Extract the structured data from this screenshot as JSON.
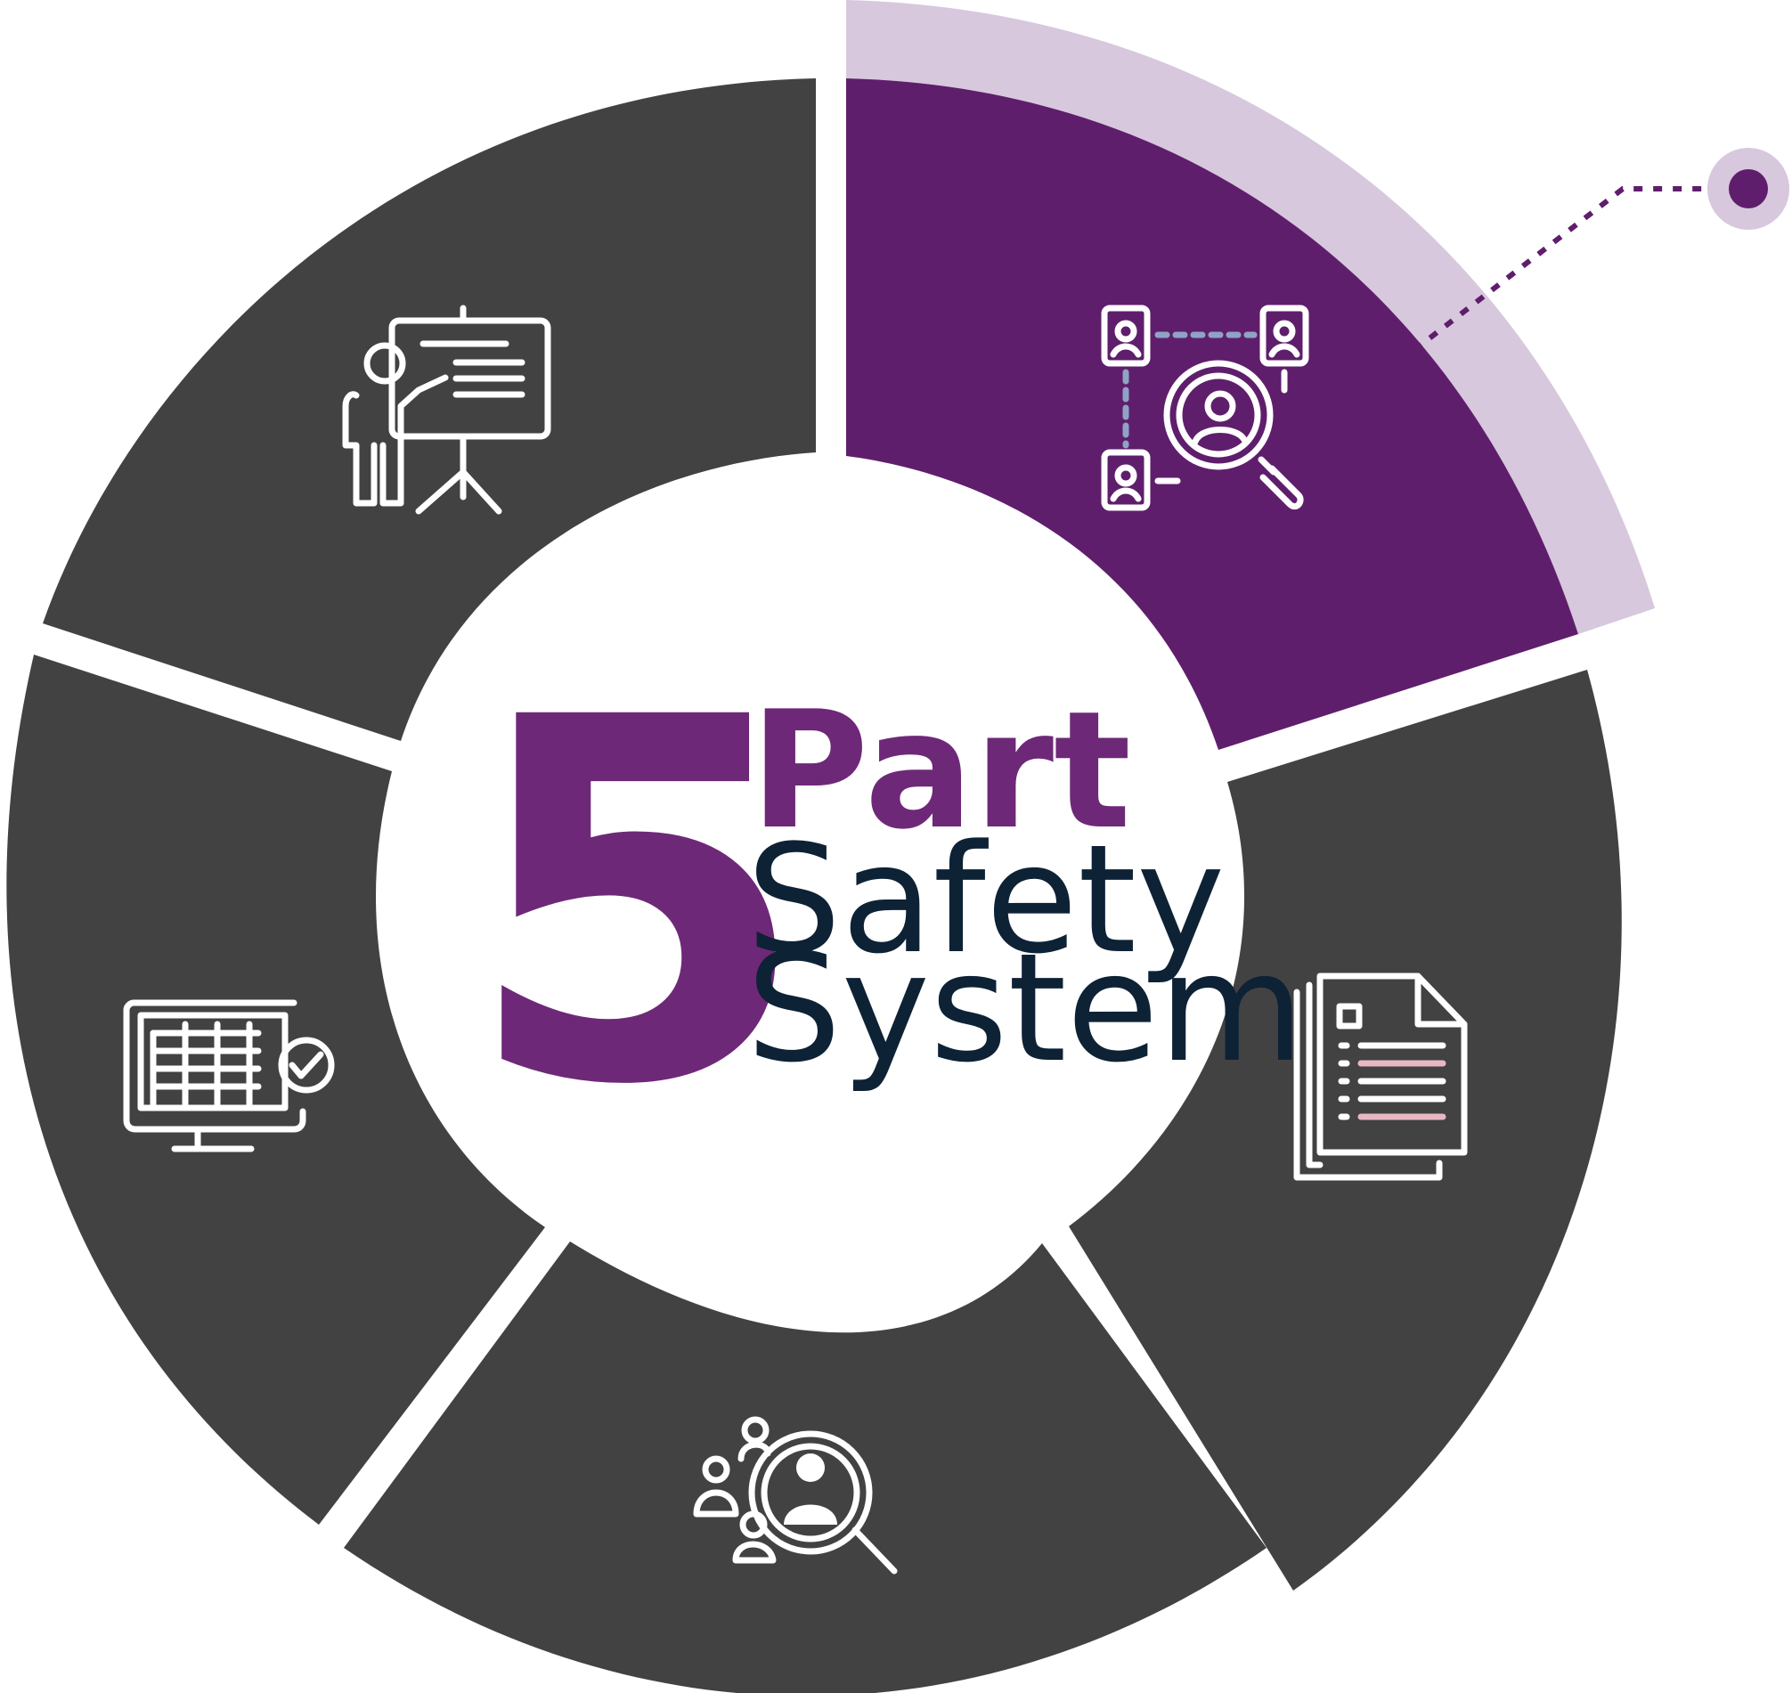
{
  "title": {
    "number": "5",
    "word": "Part",
    "line2": "Safety",
    "line3": "System"
  },
  "segments": [
    {
      "id": "top-left",
      "icon": "presentation-trainer-icon",
      "highlighted": false
    },
    {
      "id": "top-right",
      "icon": "network-search-people-icon",
      "highlighted": true
    },
    {
      "id": "right",
      "icon": "documents-checklist-icon",
      "highlighted": false
    },
    {
      "id": "bottom",
      "icon": "people-search-icon",
      "highlighted": false
    },
    {
      "id": "left",
      "icon": "monitor-spreadsheet-check-icon",
      "highlighted": false
    }
  ],
  "colors": {
    "segment": "#424242",
    "highlight": "#5f1e6c",
    "highlight_halo": "#d7c8dd",
    "title_number": "#6e2878",
    "title_text": "#0e2236",
    "icon_stroke": "#ffffff"
  }
}
